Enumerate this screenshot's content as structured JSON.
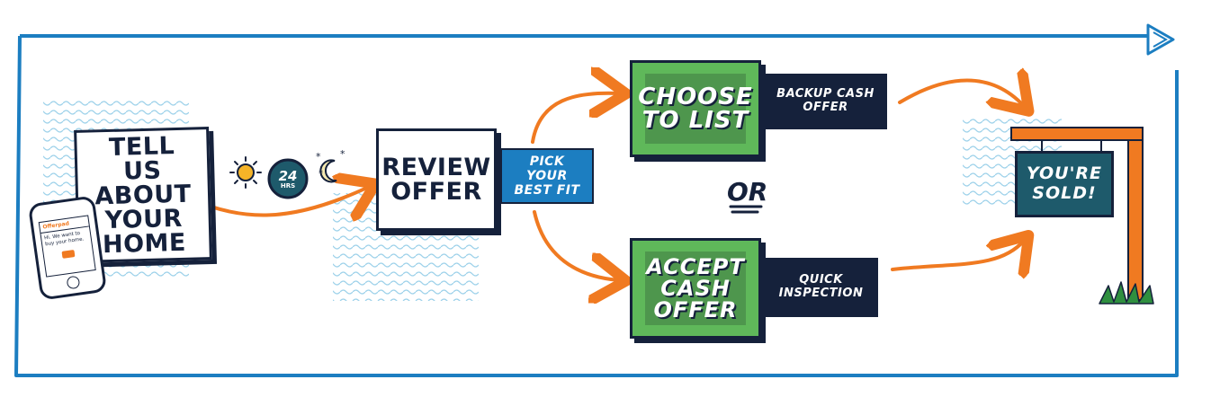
{
  "steps": {
    "tell_us": "TELL US ABOUT YOUR HOME",
    "review_offer": "REVIEW OFFER",
    "pick_fit": "PICK YOUR BEST FIT",
    "choose_to_list": "CHOOSE TO LIST",
    "backup_cash_offer": "BACKUP CASH OFFER",
    "or": "OR",
    "accept_cash_offer": "ACCEPT CASH OFFER",
    "quick_inspection": "QUICK INSPECTION",
    "youre_sold": "YOU'RE SOLD!"
  },
  "clock": {
    "hours": "24",
    "unit": "HRS"
  },
  "phone": {
    "brand": "Offerpad",
    "message": "Hi. We want to buy your home."
  },
  "colors": {
    "border_blue": "#1c7ec1",
    "navy": "#15213b",
    "orange": "#f07a21",
    "green": "#5fb85a",
    "sign_board": "#1e5a6b"
  }
}
